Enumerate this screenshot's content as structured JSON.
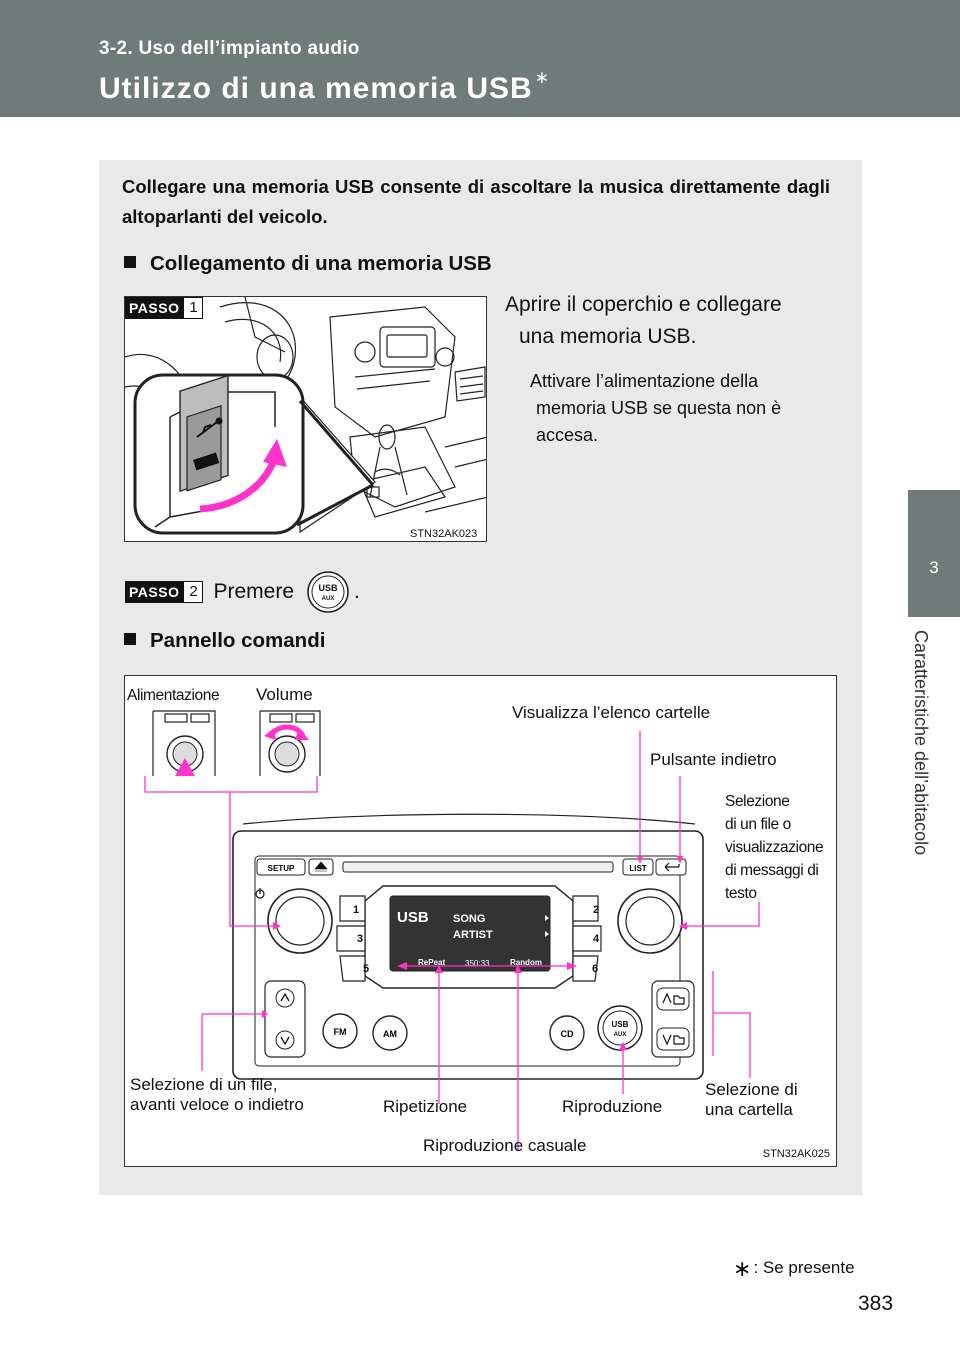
{
  "header": {
    "section": "3-2. Uso dell’impianto audio",
    "title": "Utilizzo di una memoria USB",
    "title_mark": "∗"
  },
  "side_tab": {
    "number": "3",
    "label": "Caratteristiche dell’abitacolo"
  },
  "intro": "Collegare una memoria USB consente di ascoltare la musica direttamente dagli altoparlanti del veicolo.",
  "section1": {
    "heading": "Collegamento di una memoria USB"
  },
  "step1": {
    "passo_word": "PASSO",
    "passo_num": "1",
    "text_line1": "Aprire il coperchio e collegare",
    "text_line2": "una memoria USB.",
    "note_line1": "Attivare l’alimentazione della",
    "note_line2": "memoria USB se questa non è",
    "note_line3": "accesa.",
    "figure_code": "STN32AK023"
  },
  "step2": {
    "passo_word": "PASSO",
    "passo_num": "2",
    "text": "Premere",
    "after": ".",
    "button_icon": "usb-aux-button-icon",
    "button_line1": "USB",
    "button_line2": "AUX"
  },
  "section2": {
    "heading": "Pannello comandi"
  },
  "figure2": {
    "code": "STN32AK025",
    "labels": {
      "power": "Alimentazione",
      "volume": "Volume",
      "folder_list": "Visualizza l’elenco cartelle",
      "back": "Pulsante indietro",
      "select_file_text_1": "Selezione",
      "select_file_text_2": "di un file o",
      "select_file_text_3": "visualizzazione",
      "select_file_text_4": "di messaggi di",
      "select_file_text_5": "testo",
      "seek_1": "Selezione di un file,",
      "seek_2": "avanti veloce o indietro",
      "repeat": "Ripetizione",
      "play": "Riproduzione",
      "folder_1": "Selezione di",
      "folder_2": "una cartella",
      "random": "Riproduzione casuale"
    },
    "unit": {
      "setup": "SETUP",
      "list": "LIST",
      "fm": "FM",
      "am": "AM",
      "cd": "CD",
      "usb": "USB",
      "aux": "AUX",
      "presets": [
        "1",
        "2",
        "3",
        "4",
        "5",
        "6"
      ],
      "screen_usb": "USB",
      "screen_song": "SONG",
      "screen_artist": "ARTIST",
      "screen_repeat": "RePeat",
      "screen_time": "350:33",
      "screen_random": "Random"
    },
    "accent_color": "#ff33cc"
  },
  "footnote": {
    "mark": "∗",
    "text": ": Se presente"
  },
  "page_number": "383"
}
